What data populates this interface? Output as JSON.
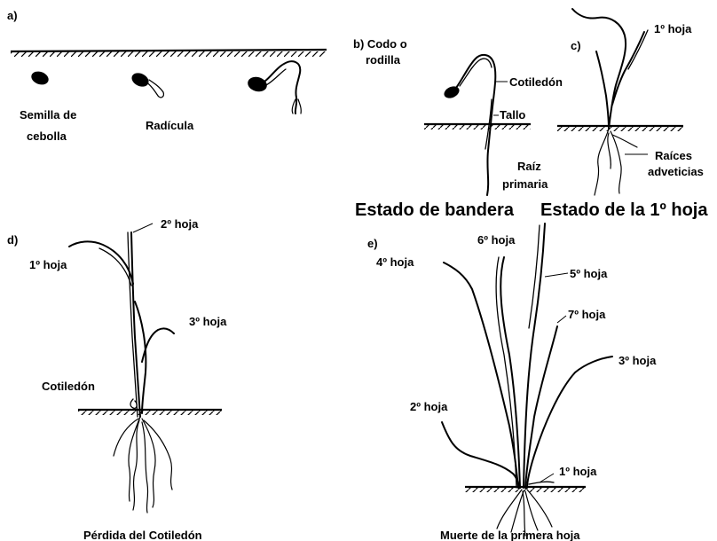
{
  "panels": {
    "a": {
      "tag": "a)",
      "seed_label_1": "Semilla de",
      "seed_label_2": "cebolla",
      "radicle_label": "Radícula"
    },
    "b": {
      "tag_line1": "b) Codo o",
      "tag_line2": "rodilla",
      "cotyledon_label": "Cotiledón",
      "stem_label": "Tallo",
      "root_label_1": "Raíz",
      "root_label_2": "primaria",
      "stage_title": "Estado de bandera"
    },
    "c": {
      "tag": "c)",
      "first_leaf_label": "1º hoja",
      "roots_label_1": "Raíces",
      "roots_label_2": "adveticias",
      "stage_title": "Estado de la 1º hoja"
    },
    "d": {
      "tag": "d)",
      "leaf2": "2º hoja",
      "leaf1": "1º hoja",
      "leaf3": "3º hoja",
      "cotyledon_label": "Cotiledón",
      "caption": "Pérdida del Cotiledón"
    },
    "e": {
      "tag": "e)",
      "leaf6": "6º hoja",
      "leaf4": "4º hoja",
      "leaf5": "5º hoja",
      "leaf7": "7º hoja",
      "leaf3": "3º hoja",
      "leaf2": "2º hoja",
      "leaf1": "1º hoja",
      "caption": "Muerte de la primera hoja"
    }
  }
}
